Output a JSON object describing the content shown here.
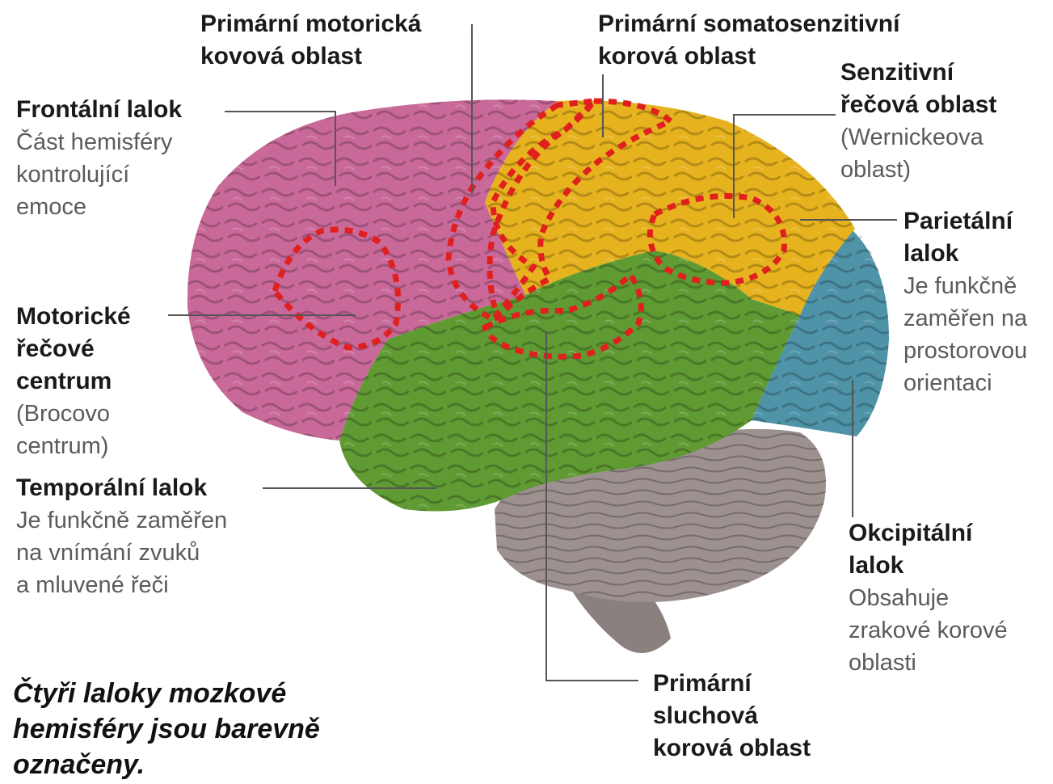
{
  "colors": {
    "frontal": "#c9699a",
    "parietal": "#e6b21e",
    "temporal": "#5f9a33",
    "occipital": "#4f93a9",
    "cerebellum": "#9c918f",
    "brainstem": "#8a807e",
    "region_outline": "#e0201e",
    "leader_line": "#555555"
  },
  "labels": {
    "frontal": {
      "title": "Frontální lalok",
      "desc": [
        "Část hemisféry",
        "kontrolující",
        "emoce"
      ]
    },
    "motor_speech": {
      "title": [
        "Motorické",
        "řečové",
        "centrum"
      ],
      "desc": [
        "(Brocovo",
        "centrum)"
      ]
    },
    "temporal": {
      "title": "Temporální lalok",
      "desc": [
        "Je funkčně zaměřen",
        "na vnímání zvuků",
        "a mluvené řeči"
      ]
    },
    "primary_motor": {
      "title": [
        "Primární motorická",
        "kovová oblast"
      ]
    },
    "primary_somatosensory": {
      "title": [
        "Primární somatosenzitivní",
        "korová oblast"
      ]
    },
    "sensory_speech": {
      "title": [
        "Senzitivní",
        "řečová oblast"
      ],
      "desc": [
        "(Wernickeova",
        "oblast)"
      ]
    },
    "parietal": {
      "title": [
        "Parietální",
        "lalok"
      ],
      "desc": [
        "Je funkčně",
        "zaměřen na",
        "prostorovou",
        "orientaci"
      ]
    },
    "occipital": {
      "title": [
        "Okcipitální",
        "lalok"
      ],
      "desc": [
        "Obsahuje",
        "zrakové korové",
        "oblasti"
      ]
    },
    "primary_auditory": {
      "title": [
        "Primární",
        "sluchová",
        "korová oblast"
      ]
    }
  },
  "caption": [
    "Čtyři laloky mozkové",
    "hemisféry jsou barevně",
    "označeny."
  ]
}
